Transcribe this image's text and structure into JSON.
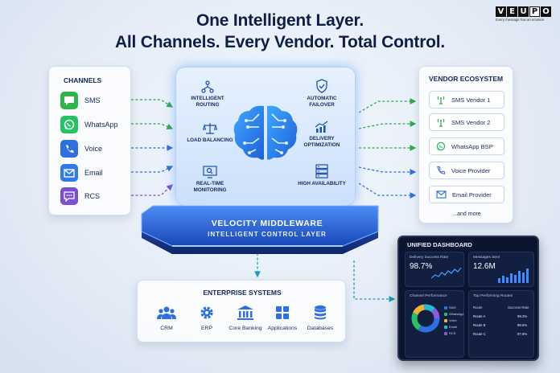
{
  "title": {
    "line1": "One Intelligent Layer.",
    "line2": "All Channels. Every Vendor. Total Control."
  },
  "logo": {
    "letters": [
      "V",
      "E",
      "U",
      "P",
      "O"
    ],
    "tagline": "Every message has an emotion"
  },
  "channels": {
    "title": "CHANNELS",
    "items": [
      {
        "label": "SMS",
        "icon": "sms-icon",
        "color": "#2fb44a"
      },
      {
        "label": "WhatsApp",
        "icon": "whatsapp-icon",
        "color": "#25c264"
      },
      {
        "label": "Voice",
        "icon": "phone-icon",
        "color": "#2f6fe0"
      },
      {
        "label": "Email",
        "icon": "email-icon",
        "color": "#2f7be8"
      },
      {
        "label": "RCS",
        "icon": "rcs-icon",
        "color": "#7a4fd6"
      }
    ]
  },
  "middleware": {
    "features": [
      {
        "label": "INTELLIGENT ROUTING",
        "icon": "routing-icon"
      },
      {
        "label": "AUTOMATIC FAILOVER",
        "icon": "shield-check-icon"
      },
      {
        "label": "LOAD BALANCING",
        "icon": "scale-icon"
      },
      {
        "label": "DELIVERY OPTIMIZATION",
        "icon": "growth-chart-icon"
      },
      {
        "label": "REAL-TIME MONITORING",
        "icon": "monitor-search-icon"
      },
      {
        "label": "HIGH AVAILABILITY",
        "icon": "server-icon"
      }
    ],
    "name": "VELOCITY MIDDLEWARE",
    "subtitle": "INTELLIGENT CONTROL LAYER",
    "accent": "#2f7bf0"
  },
  "vendors": {
    "title": "VENDOR ECOSYSTEM",
    "items": [
      {
        "label": "SMS Vendor 1",
        "icon": "signal-tower-icon"
      },
      {
        "label": "SMS Vendor 2",
        "icon": "signal-tower-icon"
      },
      {
        "label": "WhatsApp BSP",
        "icon": "whatsapp-icon"
      },
      {
        "label": "Voice Provider",
        "icon": "phone-icon"
      },
      {
        "label": "Email Provider",
        "icon": "email-icon"
      }
    ],
    "more": "...and more"
  },
  "enterprise": {
    "title": "ENTERPRISE SYSTEMS",
    "items": [
      {
        "label": "CRM",
        "icon": "users-icon"
      },
      {
        "label": "ERP",
        "icon": "gear-icon"
      },
      {
        "label": "Core Banking",
        "icon": "bank-icon"
      },
      {
        "label": "Applications",
        "icon": "apps-grid-icon"
      },
      {
        "label": "Databases",
        "icon": "database-icon"
      }
    ]
  },
  "dashboard": {
    "title": "UNIFIED DASHBOARD",
    "delivery": {
      "label": "Delivery Success Rate",
      "value": "98.7%"
    },
    "messages": {
      "label": "Messages Sent",
      "value": "12.6M"
    },
    "channel_perf": {
      "label": "Channel Performance",
      "legend": [
        "SMS",
        "WhatsApp",
        "Voice",
        "Email",
        "RCS"
      ]
    },
    "routes": {
      "label": "Top Performing Routes",
      "headers": [
        "Route",
        "Success Rate"
      ],
      "rows": [
        [
          "Route A",
          "99.2%"
        ],
        [
          "Route B",
          "98.6%"
        ],
        [
          "Route C",
          "97.9%"
        ]
      ]
    }
  }
}
